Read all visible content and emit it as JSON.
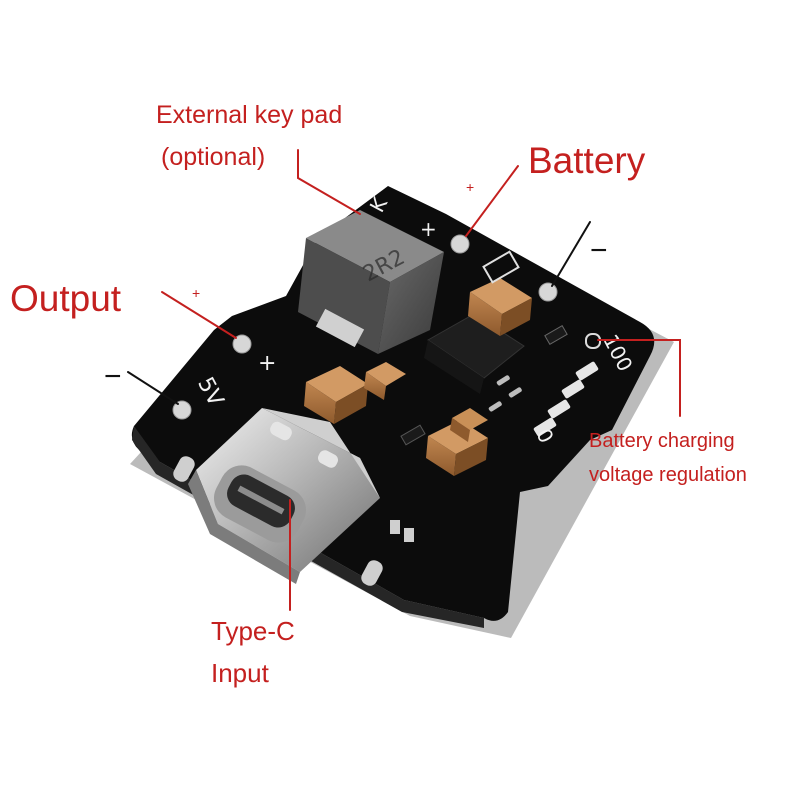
{
  "labels": {
    "external_key_pad_line1": "External key pad",
    "external_key_pad_line2": "(optional)",
    "battery": "Battery",
    "output": "Output",
    "battery_regulation_line1": "Battery charging",
    "battery_regulation_line2": "voltage regulation",
    "type_c_line1": "Type-C",
    "type_c_line2": "Input"
  },
  "signs": {
    "battery_plus": "+",
    "battery_minus": "−",
    "output_plus": "+",
    "output_minus": "−"
  },
  "silkscreen": {
    "key": "K",
    "plus_top": "+",
    "plus_left": "+",
    "output_voltage": "5V",
    "pot_max": "100",
    "pot_min": "0",
    "inductor_code": "2R2"
  },
  "colors": {
    "annotation": "#c4201f",
    "pcb": "#0c0c0c",
    "pad": "#d7d7d7",
    "capacitor": "#a9733f"
  }
}
